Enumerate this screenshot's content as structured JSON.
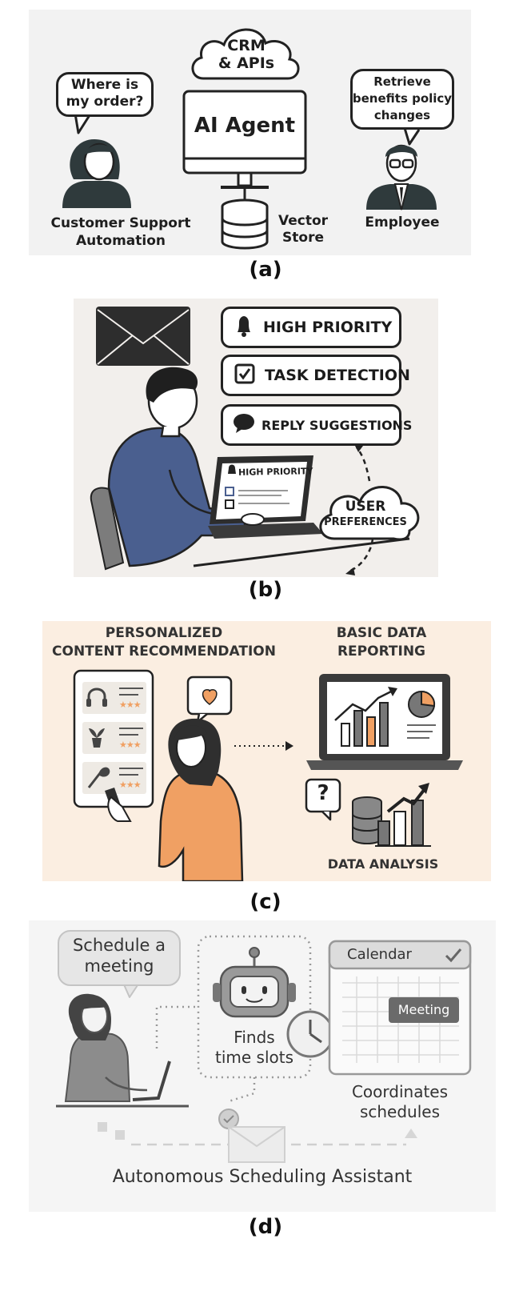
{
  "panel_a": {
    "caption": "(a)",
    "cloud_line1": "CRM",
    "cloud_line2": "& APIs",
    "monitor_label": "AI Agent",
    "question_line1": "Where is",
    "question_line2": "my order?",
    "left_label_line1": "Customer Support",
    "left_label_line2": "Automation",
    "vector_line1": "Vector",
    "vector_line2": "Store",
    "request_line1": "Retrieve",
    "request_line2": "benefits policy",
    "request_line3": "changes",
    "right_label": "Employee"
  },
  "panel_b": {
    "caption": "(b)",
    "tags": [
      "HIGH PRIORITY",
      "TASK DETECTION",
      "REPLY SUGGESTIONS"
    ],
    "laptop_header": "HIGH PRIORITY",
    "cloud_line1": "USER",
    "cloud_line2": "PREFERENCES"
  },
  "panel_c": {
    "caption": "(c)",
    "left_title_line1": "PERSONALIZED",
    "left_title_line2": "CONTENT RECOMMENDATION",
    "right_title_line1": "BASIC DATA",
    "right_title_line2": "REPORTING",
    "stars": "★★★",
    "question_mark": "?",
    "bottom_label": "DATA ANALYSIS"
  },
  "panel_d": {
    "caption": "(d)",
    "bubble_line1": "Schedule a",
    "bubble_line2": "meeting",
    "robot_line1": "Finds",
    "robot_line2": "time slots",
    "calendar_title": "Calendar",
    "meeting_label": "Meeting",
    "coord_line1": "Coordinates",
    "coord_line2": "schedules",
    "footer": "Autonomous Scheduling Assistant"
  },
  "colors": {
    "panel_a_bg": "#f2f2f2",
    "panel_b_bg": "#f2efec",
    "panel_c_bg": "#fbeee1",
    "panel_d_bg": "#f5f5f5",
    "accent_orange": "#f0a063",
    "shirt_blue": "#4a5f8f",
    "ink": "#222222"
  }
}
